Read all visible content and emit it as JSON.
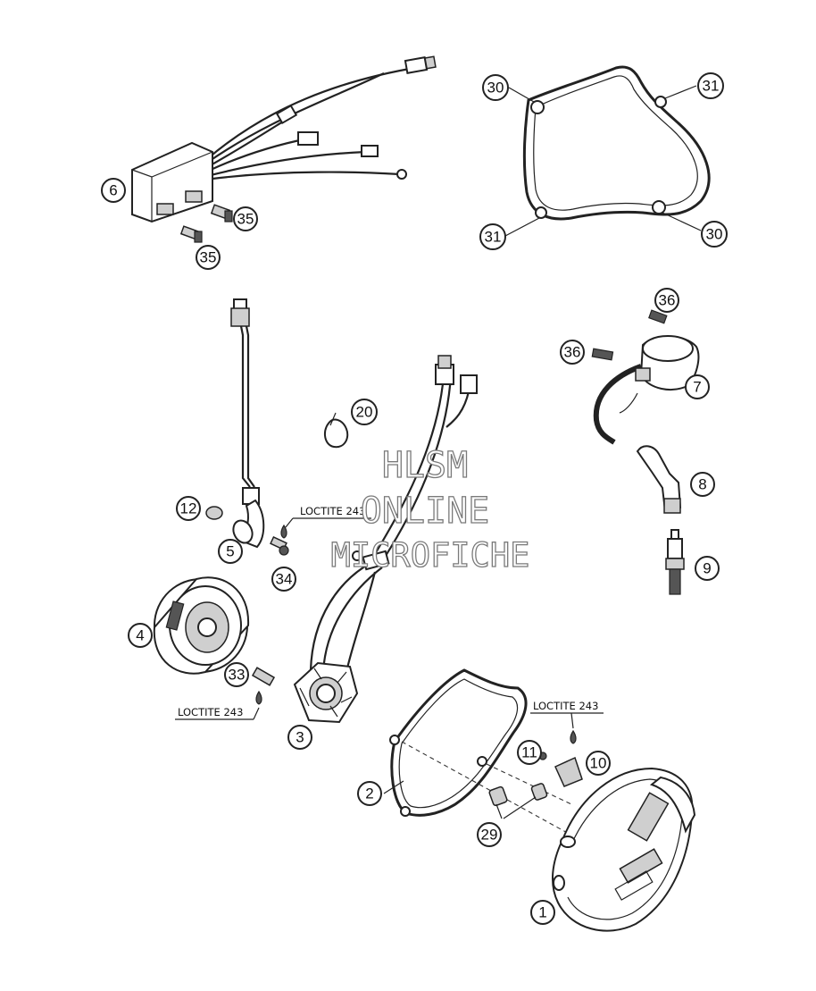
{
  "callouts": {
    "c1": "1",
    "c2": "2",
    "c3": "3",
    "c4": "4",
    "c5": "5",
    "c6": "6",
    "c7": "7",
    "c8": "8",
    "c9": "9",
    "c10": "10",
    "c11": "11",
    "c12": "12",
    "c20": "20",
    "c29": "29",
    "c30a": "30",
    "c30b": "30",
    "c31a": "31",
    "c31b": "31",
    "c33": "33",
    "c34": "34",
    "c35a": "35",
    "c35b": "35",
    "c36a": "36",
    "c36b": "36"
  },
  "labels": {
    "loctite_a": "LOCTITE 243",
    "loctite_b": "LOCTITE 243",
    "loctite_c": "LOCTITE 243"
  },
  "watermark": {
    "line1": "HLSM",
    "line2": "ONLINE",
    "line3": "MICROFICHE"
  }
}
